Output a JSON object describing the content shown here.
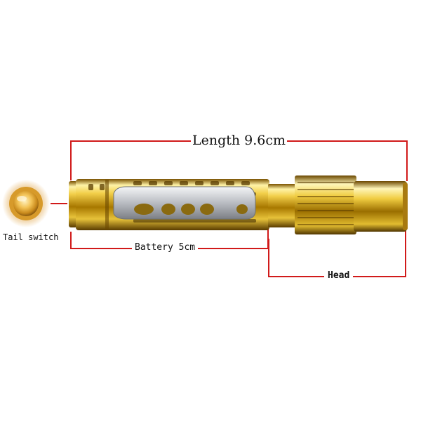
{
  "labels": {
    "length": "Length 9.6cm",
    "battery": "Battery 5cm",
    "head": "Head",
    "tail_switch": "Tail switch"
  },
  "colors": {
    "dimension_line": "#d11a1a",
    "gold_light": "#fff3a8",
    "gold_mid": "#e0b020",
    "gold_dark": "#7a5200",
    "clip_steel": "#c8cbd0",
    "tail_cap": "#e9c37a"
  }
}
